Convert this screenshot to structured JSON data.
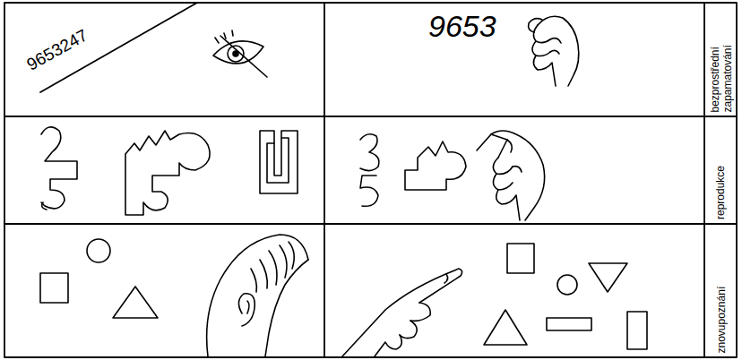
{
  "diagram": {
    "labels": [
      "9653247",
      "9653",
      "bezprostřední zapamatování",
      "reprodukce",
      "znovupoznání"
    ]
  }
}
